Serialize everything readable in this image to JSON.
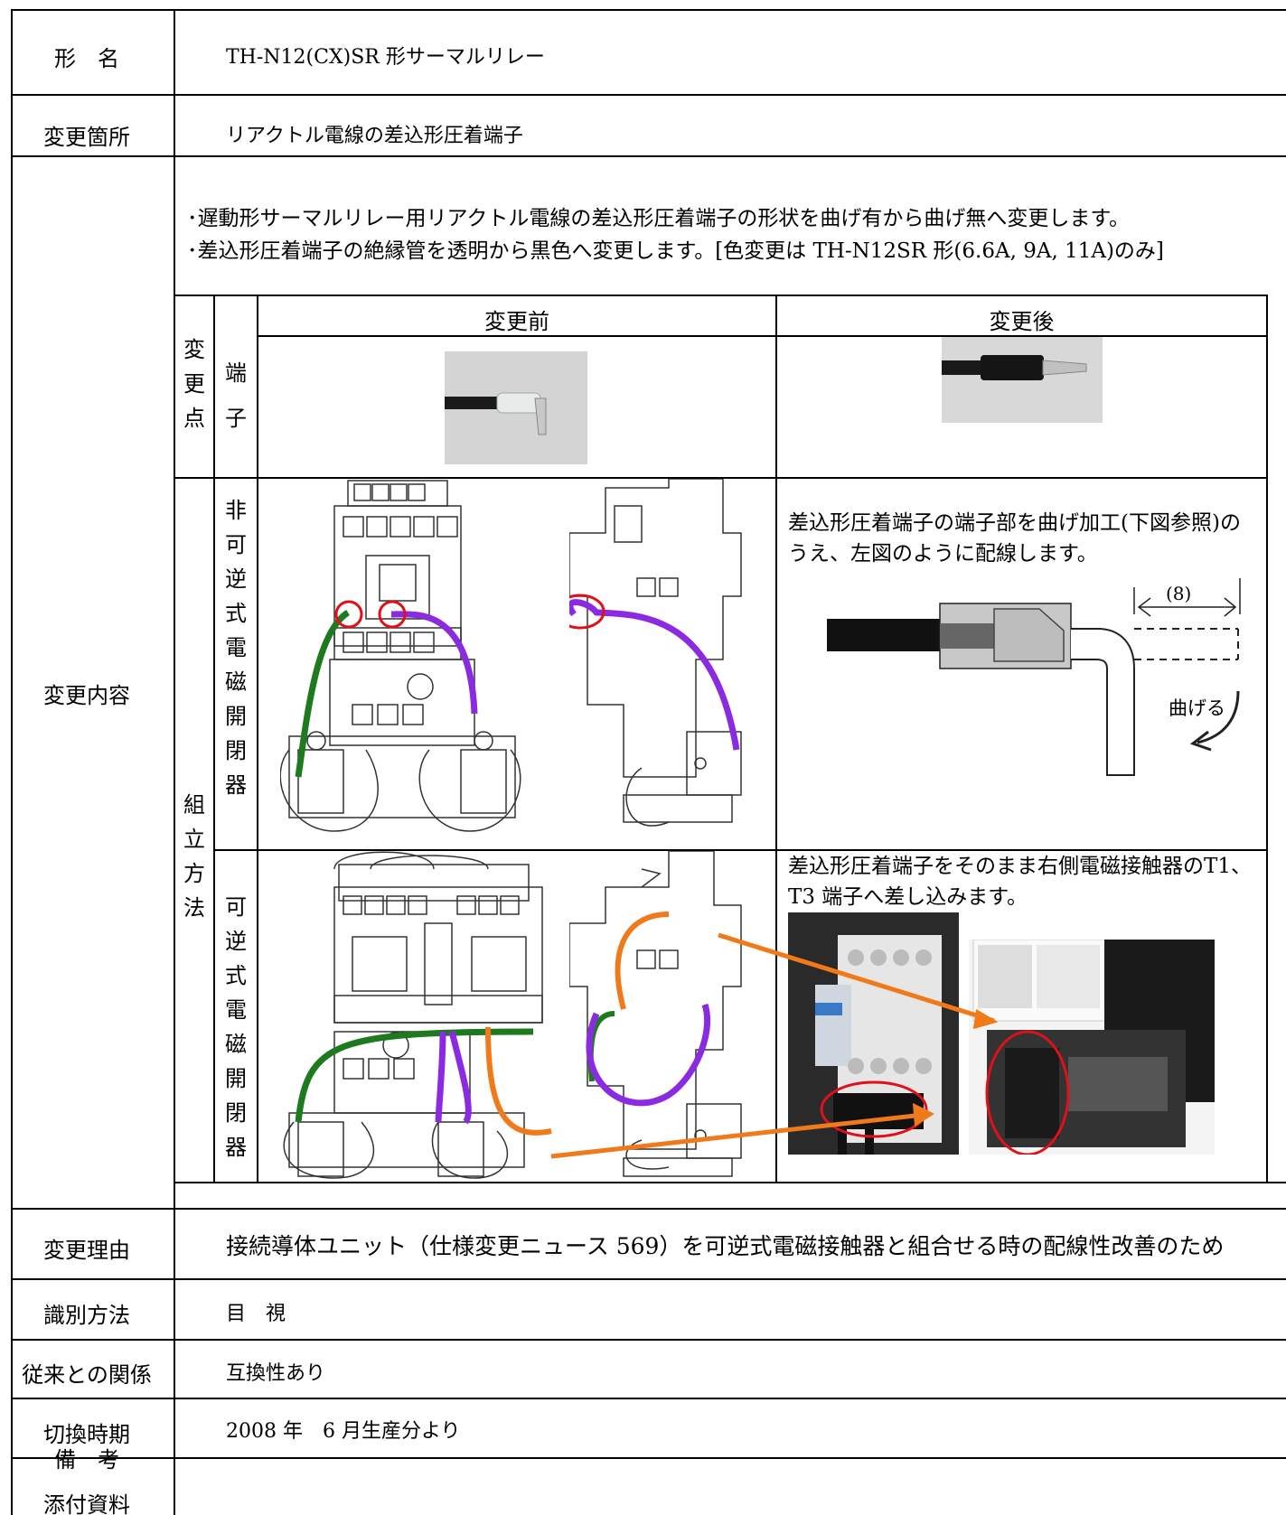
{
  "rows": {
    "model": {
      "label": "形　名",
      "value": "TH-N12(CX)SR 形サーマルリレー"
    },
    "location": {
      "label": "変更箇所",
      "value": "リアクトル電線の差込形圧着端子"
    },
    "content": {
      "label": "変更内容",
      "bullet1": "･遅動形サーマルリレー用リアクトル電線の差込形圧着端子の形状を曲げ有から曲げ無へ変更します。",
      "bullet2": "･差込形圧着端子の絶縁管を透明から黒色へ変更します。[色変更は TH-N12SR 形(6.6A, 9A, 11A)のみ]",
      "table": {
        "col_before": "変更前",
        "col_after": "変更後",
        "change_point": [
          "変",
          "更",
          "点"
        ],
        "terminal": [
          "端",
          "子"
        ],
        "assembly": [
          "組",
          "立",
          "方",
          "法"
        ],
        "nonrev": [
          "非",
          "可",
          "逆",
          "式",
          "電",
          "磁",
          "開",
          "閉",
          "器"
        ],
        "rev": [
          "可",
          "逆",
          "式",
          "電",
          "磁",
          "開",
          "閉",
          "器"
        ],
        "bend_note": "差込形圧着端子の端子部を曲げ加工(下図参照)のうえ、左図のように配線します。",
        "bend_dim": "(8)",
        "bend_label": "曲げる",
        "rev_note": "差込形圧着端子をそのまま右側電磁接触器のT1、T3 端子へ差し込みます。"
      }
    },
    "reason": {
      "label": "変更理由",
      "value": "接続導体ユニット（仕様変更ニュース 569）を可逆式電磁接触器と組合せる時の配線性改善のため"
    },
    "identify": {
      "label": "識別方法",
      "value": "目　視"
    },
    "compat": {
      "label": "従来との関係",
      "value": "互換性あり"
    },
    "timing": {
      "label": "切換時期",
      "value": "2008 年　6 月生産分より"
    },
    "remarks": {
      "label1": "備　考",
      "label2": "添付資料"
    }
  },
  "colors": {
    "green_wire": "#1e7a1e",
    "purple_wire": "#8a2be2",
    "orange_arrow": "#f07a1a",
    "red_circle": "#e0101a"
  }
}
